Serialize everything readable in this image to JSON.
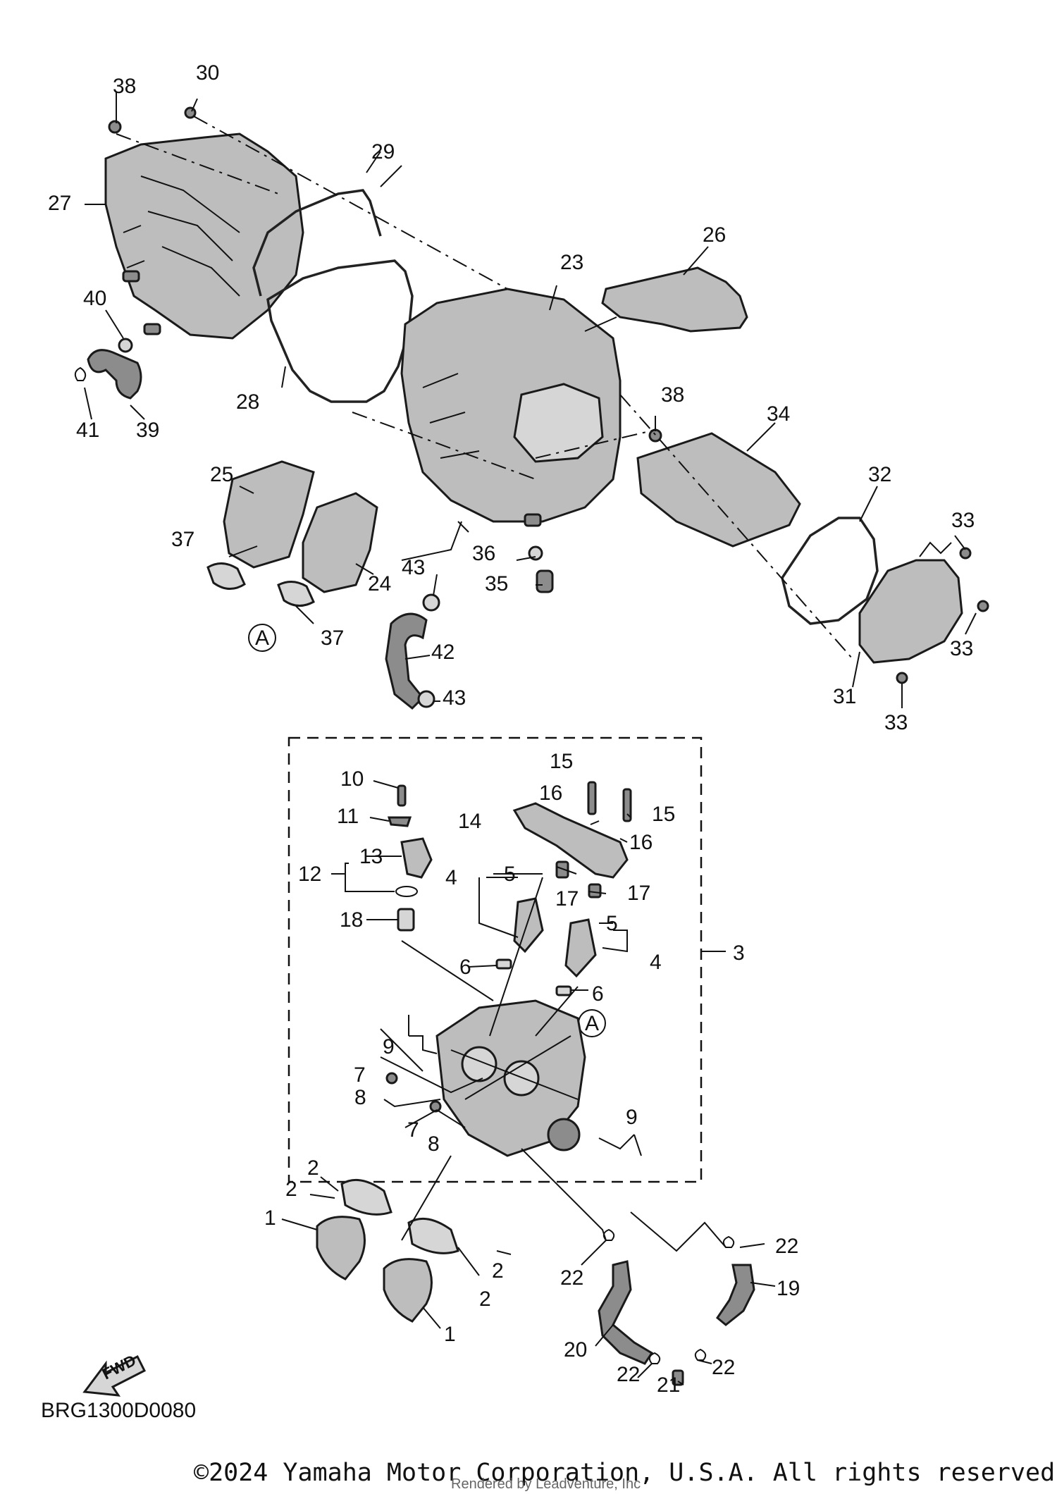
{
  "diagram": {
    "drawing_code": "BRG1300D0080",
    "copyright": "©2024 Yamaha Motor Corporation, U.S.A. All rights reserved.",
    "watermark": "Rendered by Leadventure, Inc",
    "fwd_label": "FWD",
    "reference_mark": "A",
    "callouts": [
      "38",
      "30",
      "29",
      "27",
      "26",
      "23",
      "40",
      "28",
      "41",
      "39",
      "38",
      "34",
      "32",
      "25",
      "33",
      "37",
      "24",
      "36",
      "43",
      "35",
      "33",
      "A",
      "37",
      "42",
      "43",
      "31",
      "33",
      "15",
      "10",
      "16",
      "14",
      "15",
      "11",
      "16",
      "13",
      "12",
      "5",
      "4",
      "17",
      "17",
      "18",
      "5",
      "4",
      "6",
      "3",
      "6",
      "A",
      "9",
      "7",
      "8",
      "9",
      "7",
      "8",
      "2",
      "2",
      "1",
      "2",
      "2",
      "22",
      "22",
      "19",
      "1",
      "20",
      "22",
      "21",
      "22"
    ]
  }
}
